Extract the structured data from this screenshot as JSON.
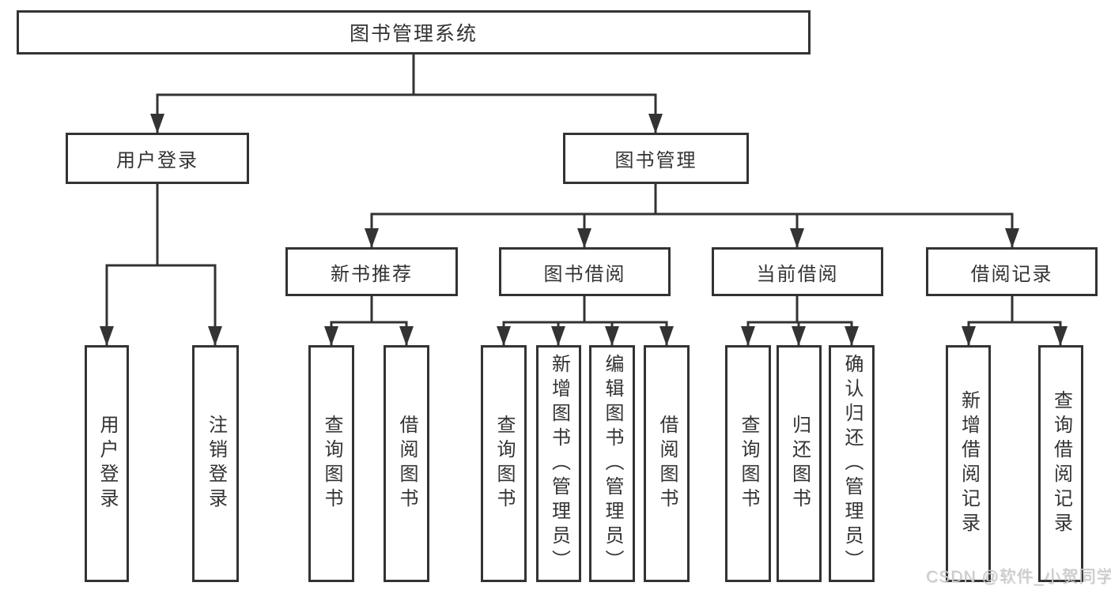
{
  "colors": {
    "background": "#ffffff",
    "box_border": "#333333",
    "line": "#333333",
    "text": "#333333",
    "watermark": "#cbcbcb"
  },
  "watermark": {
    "text": "CSDN @软件_小贺同学"
  },
  "tree": {
    "label": "图书管理系统",
    "children": [
      {
        "label": "用户登录",
        "children": [
          {
            "label": "用户登录"
          },
          {
            "label": "注销登录"
          }
        ]
      },
      {
        "label": "图书管理",
        "children": [
          {
            "label": "新书推荐",
            "children": [
              {
                "label": "查询图书"
              },
              {
                "label": "借阅图书"
              }
            ]
          },
          {
            "label": "图书借阅",
            "children": [
              {
                "label": "查询图书"
              },
              {
                "label": "新增图书（管理员）"
              },
              {
                "label": "编辑图书（管理员）"
              },
              {
                "label": "借阅图书"
              }
            ]
          },
          {
            "label": "当前借阅",
            "children": [
              {
                "label": "查询图书"
              },
              {
                "label": "归还图书"
              },
              {
                "label": "确认归还（管理员）"
              }
            ]
          },
          {
            "label": "借阅记录",
            "children": [
              {
                "label": "新增借阅记录"
              },
              {
                "label": "查询借阅记录"
              }
            ]
          }
        ]
      }
    ]
  }
}
